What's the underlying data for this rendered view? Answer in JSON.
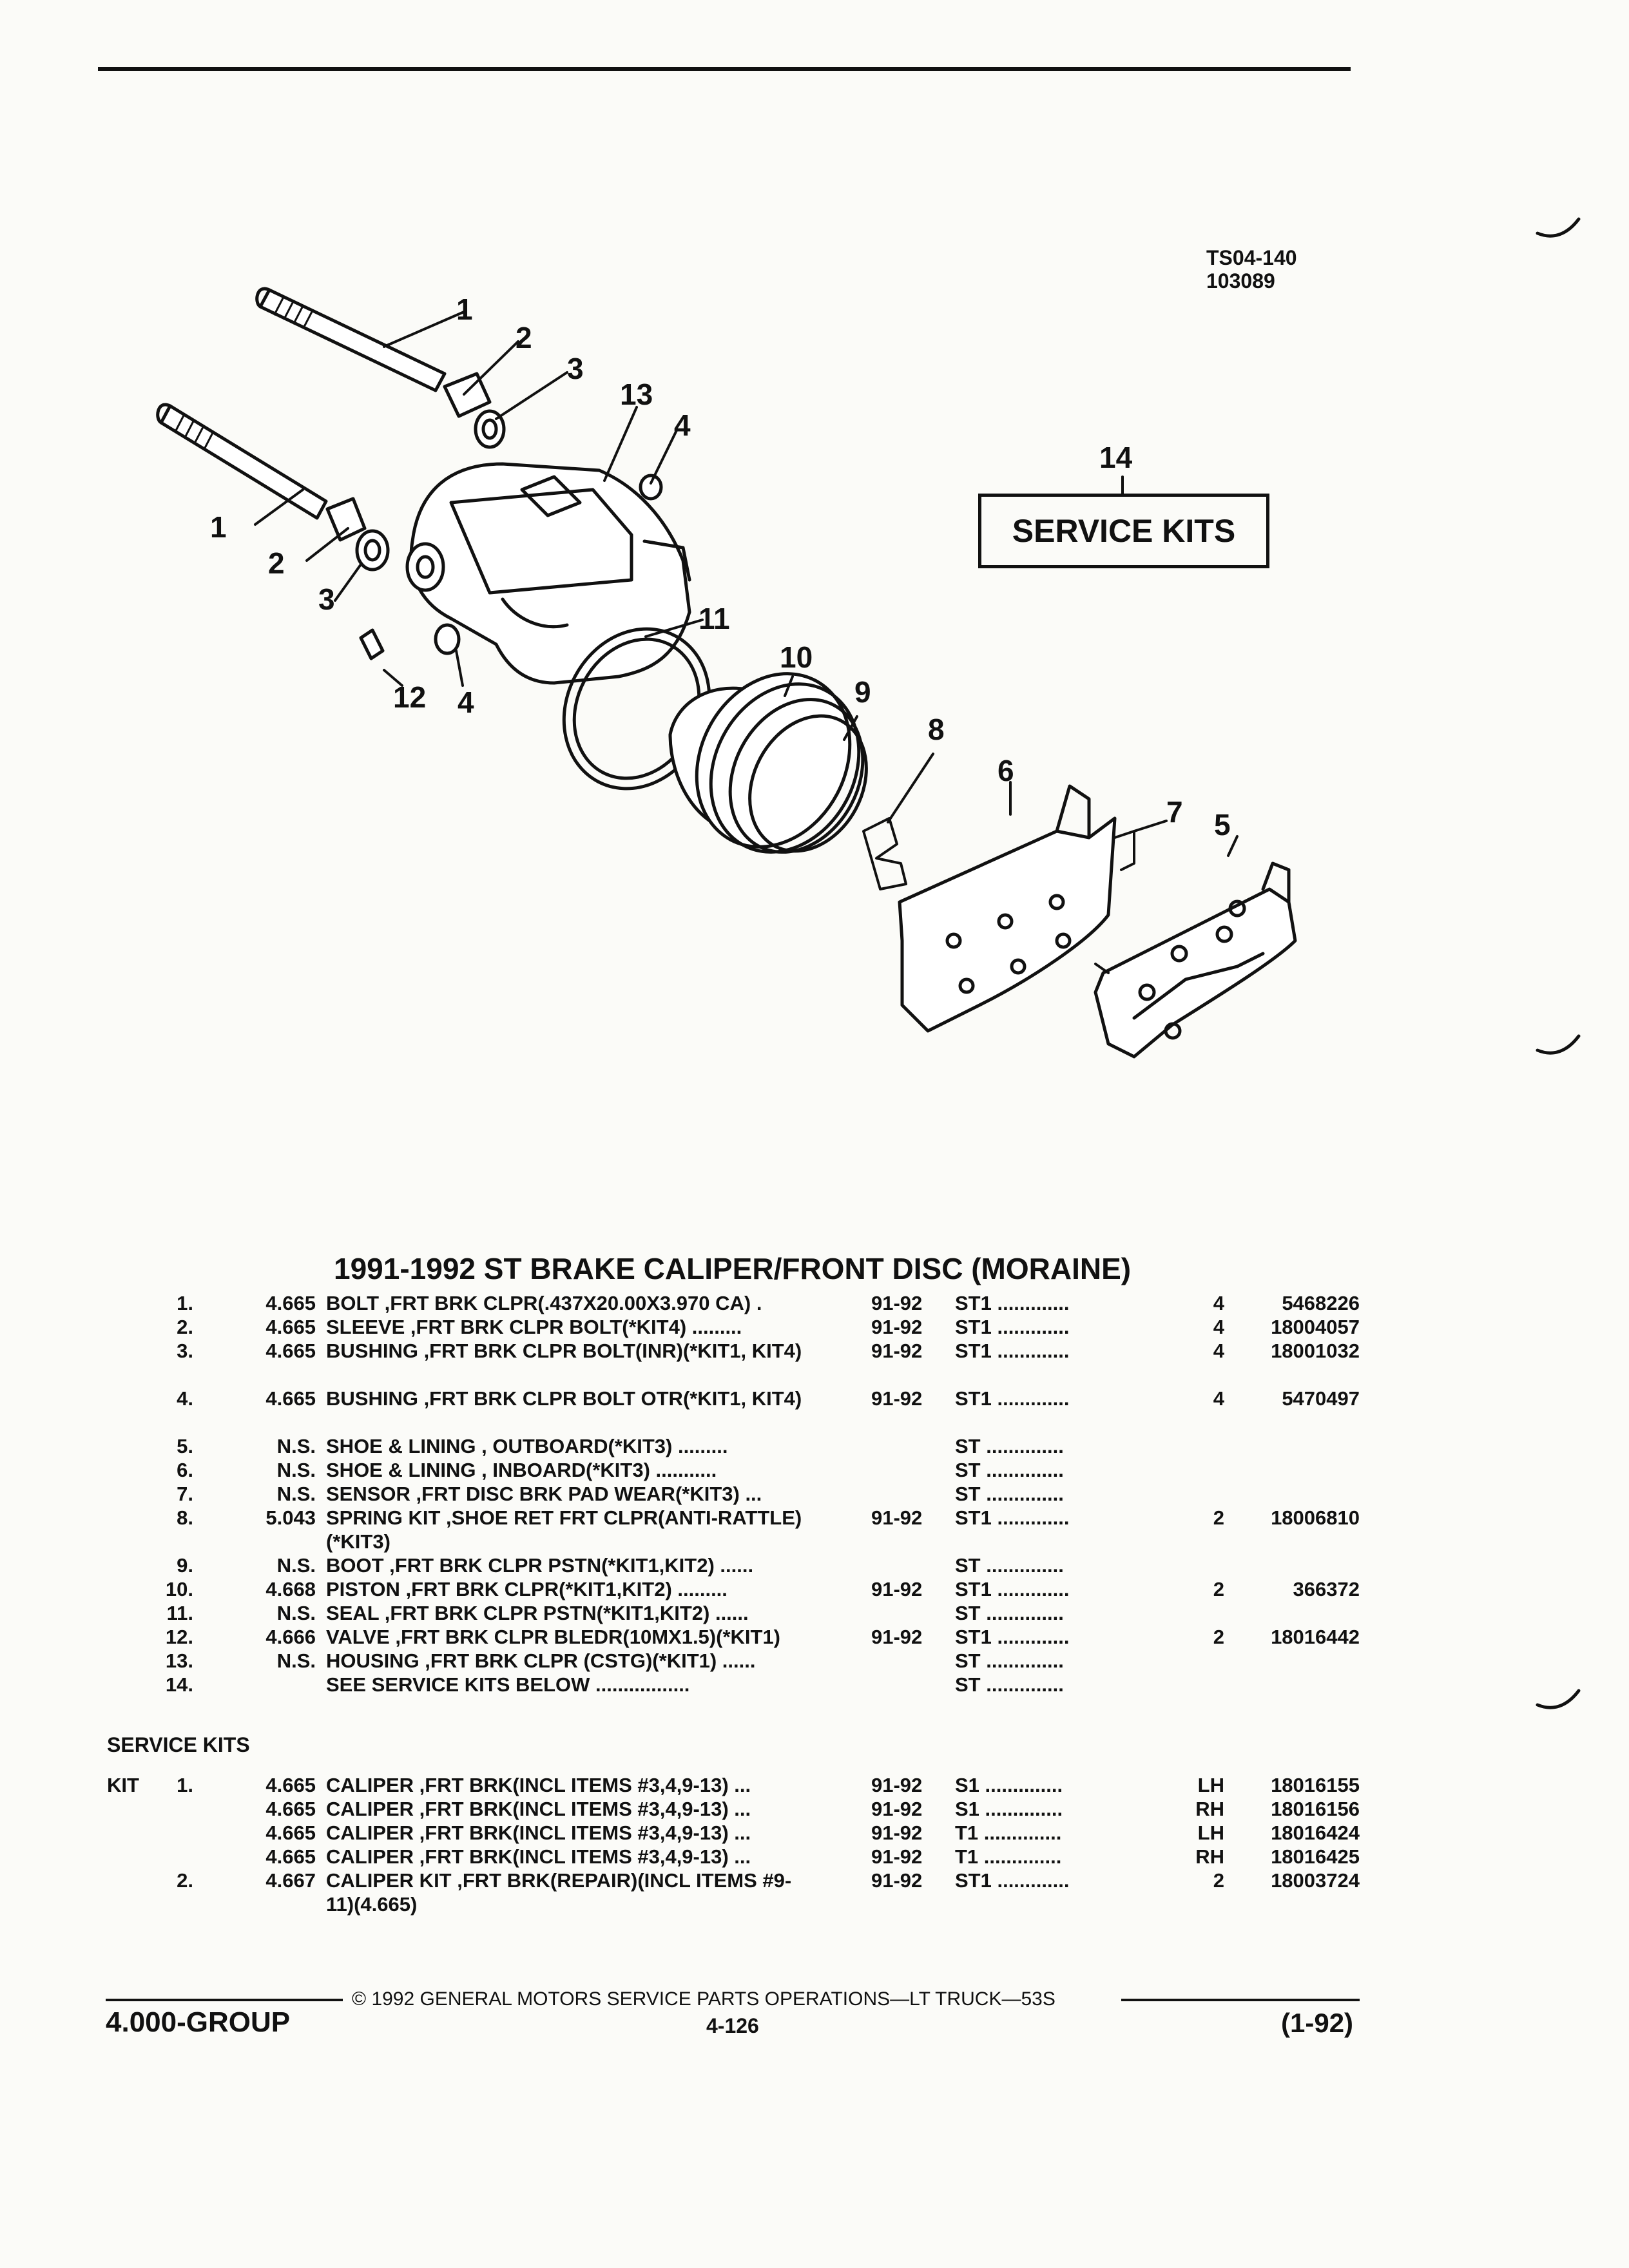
{
  "header": {
    "ref_code": "TS04-140",
    "ref_number": "103089"
  },
  "diagram": {
    "callouts": [
      "1",
      "2",
      "3",
      "13",
      "4",
      "1",
      "2",
      "3",
      "12",
      "4",
      "11",
      "10",
      "9",
      "8",
      "6",
      "7",
      "5",
      "14"
    ],
    "service_box_label": "SERVICE KITS",
    "bottom_ref": "TS04-140"
  },
  "title": "1991-1992 ST BRAKE CALIPER/FRONT DISC (MORAINE)",
  "parts": [
    {
      "no": "1.",
      "grp": "4.665",
      "desc": "BOLT ,FRT BRK CLPR(.437X20.00X3.970 CA)  .",
      "yr": "91-92",
      "mdl": "ST1  .............",
      "qty": "4",
      "part": "5468226"
    },
    {
      "no": "2.",
      "grp": "4.665",
      "desc": "SLEEVE ,FRT BRK CLPR BOLT(*KIT4)  .........",
      "yr": "91-92",
      "mdl": "ST1  .............",
      "qty": "4",
      "part": "18004057"
    },
    {
      "no": "3.",
      "grp": "4.665",
      "desc": "BUSHING ,FRT BRK CLPR BOLT(INR)(*KIT1, KIT4)",
      "yr": "91-92",
      "mdl": "ST1  .............",
      "qty": "4",
      "part": "18001032"
    },
    {
      "no": "4.",
      "grp": "4.665",
      "desc": "BUSHING ,FRT BRK CLPR BOLT OTR(*KIT1, KIT4)",
      "yr": "91-92",
      "mdl": "ST1  .............",
      "qty": "4",
      "part": "5470497"
    },
    {
      "no": "5.",
      "grp": "N.S.",
      "desc": "SHOE & LINING , OUTBOARD(*KIT3)  .........",
      "yr": "",
      "mdl": "ST  ..............",
      "qty": "",
      "part": ""
    },
    {
      "no": "6.",
      "grp": "N.S.",
      "desc": "SHOE & LINING , INBOARD(*KIT3)  ...........",
      "yr": "",
      "mdl": "ST  ..............",
      "qty": "",
      "part": ""
    },
    {
      "no": "7.",
      "grp": "N.S.",
      "desc": "SENSOR ,FRT DISC BRK PAD WEAR(*KIT3)  ...",
      "yr": "",
      "mdl": "ST  ..............",
      "qty": "",
      "part": ""
    },
    {
      "no": "8.",
      "grp": "5.043",
      "desc": "SPRING KIT ,SHOE RET FRT CLPR(ANTI-RATTLE)(*KIT3)",
      "yr": "91-92",
      "mdl": "ST1  .............",
      "qty": "2",
      "part": "18006810"
    },
    {
      "no": "9.",
      "grp": "N.S.",
      "desc": "BOOT ,FRT BRK CLPR PSTN(*KIT1,KIT2)  ......",
      "yr": "",
      "mdl": "ST  ..............",
      "qty": "",
      "part": ""
    },
    {
      "no": "10.",
      "grp": "4.668",
      "desc": "PISTON ,FRT BRK CLPR(*KIT1,KIT2)  .........",
      "yr": "91-92",
      "mdl": "ST1  .............",
      "qty": "2",
      "part": "366372"
    },
    {
      "no": "11.",
      "grp": "N.S.",
      "desc": "SEAL ,FRT BRK CLPR PSTN(*KIT1,KIT2)  ......",
      "yr": "",
      "mdl": "ST  ..............",
      "qty": "",
      "part": ""
    },
    {
      "no": "12.",
      "grp": "4.666",
      "desc": "VALVE ,FRT BRK CLPR BLEDR(10MX1.5)(*KIT1)",
      "yr": "91-92",
      "mdl": "ST1  .............",
      "qty": "2",
      "part": "18016442"
    },
    {
      "no": "13.",
      "grp": "N.S.",
      "desc": "HOUSING ,FRT BRK CLPR (CSTG)(*KIT1)  ......",
      "yr": "",
      "mdl": "ST  ..............",
      "qty": "",
      "part": ""
    },
    {
      "no": "14.",
      "grp": "",
      "desc": "SEE SERVICE KITS BELOW  .................",
      "yr": "",
      "mdl": "ST  ..............",
      "qty": "",
      "part": ""
    }
  ],
  "service_kits_heading": "SERVICE KITS",
  "kits": [
    {
      "kit": "KIT",
      "no": "1.",
      "grp": "4.665",
      "desc": "CALIPER ,FRT BRK(INCL ITEMS #3,4,9-13)  ...",
      "yr": "91-92",
      "mdl": "S1  ..............",
      "side": "LH",
      "part": "18016155"
    },
    {
      "kit": "",
      "no": "",
      "grp": "4.665",
      "desc": "CALIPER ,FRT BRK(INCL ITEMS #3,4,9-13)  ...",
      "yr": "91-92",
      "mdl": "S1  ..............",
      "side": "RH",
      "part": "18016156"
    },
    {
      "kit": "",
      "no": "",
      "grp": "4.665",
      "desc": "CALIPER ,FRT BRK(INCL ITEMS #3,4,9-13)  ...",
      "yr": "91-92",
      "mdl": "T1  ..............",
      "side": "LH",
      "part": "18016424"
    },
    {
      "kit": "",
      "no": "",
      "grp": "4.665",
      "desc": "CALIPER ,FRT BRK(INCL ITEMS #3,4,9-13)  ...",
      "yr": "91-92",
      "mdl": "T1  ..............",
      "side": "RH",
      "part": "18016425"
    },
    {
      "kit": "",
      "no": "2.",
      "grp": "4.667",
      "desc": "CALIPER KIT ,FRT BRK(REPAIR)(INCL ITEMS #9-11)(4.665)",
      "yr": "91-92",
      "mdl": "ST1  .............",
      "side": "2",
      "part": "18003724"
    }
  ],
  "footer": {
    "copyright": "© 1992 GENERAL MOTORS SERVICE PARTS OPERATIONS—LT TRUCK—53S",
    "group": "4.000-GROUP",
    "page": "4-126",
    "date": "(1-92)"
  }
}
